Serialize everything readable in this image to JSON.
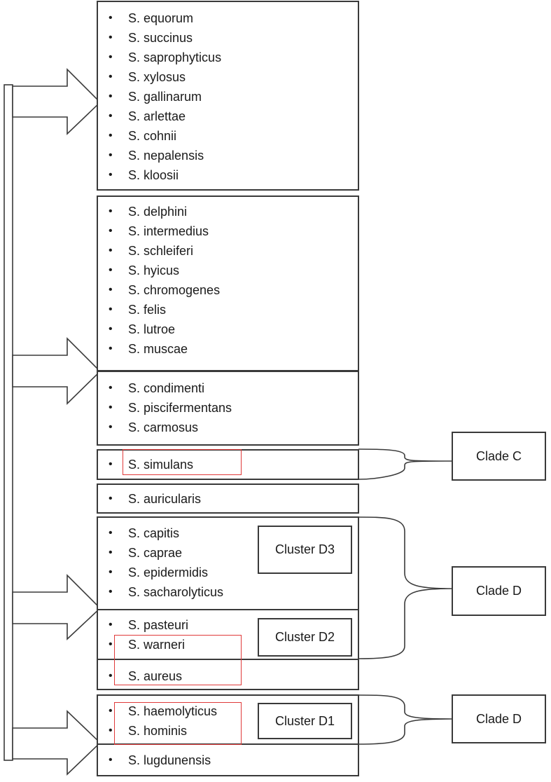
{
  "groups": [
    {
      "items": [
        "S. equorum",
        "S. succinus",
        "S. saprophyticus",
        "S. xylosus",
        "S. gallinarum",
        "S. arlettae",
        "S. cohnii",
        "S. nepalensis",
        "S. kloosii"
      ]
    },
    {
      "items": [
        "S. delphini",
        "S. intermedius",
        "S. schleiferi",
        "S. hyicus",
        "S. chromogenes",
        "S. felis",
        "S. lutroe",
        "S. muscae"
      ]
    },
    {
      "items": [
        "S. condimenti",
        "S. piscifermentans",
        "S. carmosus"
      ]
    },
    {
      "items": [
        "S. simulans"
      ]
    },
    {
      "items": [
        "S. auricularis"
      ]
    },
    {
      "items": [
        "S. capitis",
        "S. caprae",
        "S. epidermidis",
        "S. sacharolyticus"
      ]
    },
    {
      "items": [
        "S. pasteuri",
        "S. warneri"
      ]
    },
    {
      "items": [
        "S. aureus"
      ]
    },
    {
      "items": [
        "S. haemolyticus",
        "S. hominis"
      ]
    },
    {
      "items": [
        "S. lugdunensis"
      ]
    }
  ],
  "clusters": {
    "d3": "Cluster D3",
    "d2": "Cluster D2",
    "d1": "Cluster D1"
  },
  "clades": {
    "c": "Clade C",
    "d_upper": "Clade D",
    "d_lower": "Clade D"
  },
  "colors": {
    "line": "#3a3a3a",
    "highlight": "#e03a3a",
    "background": "#ffffff"
  }
}
